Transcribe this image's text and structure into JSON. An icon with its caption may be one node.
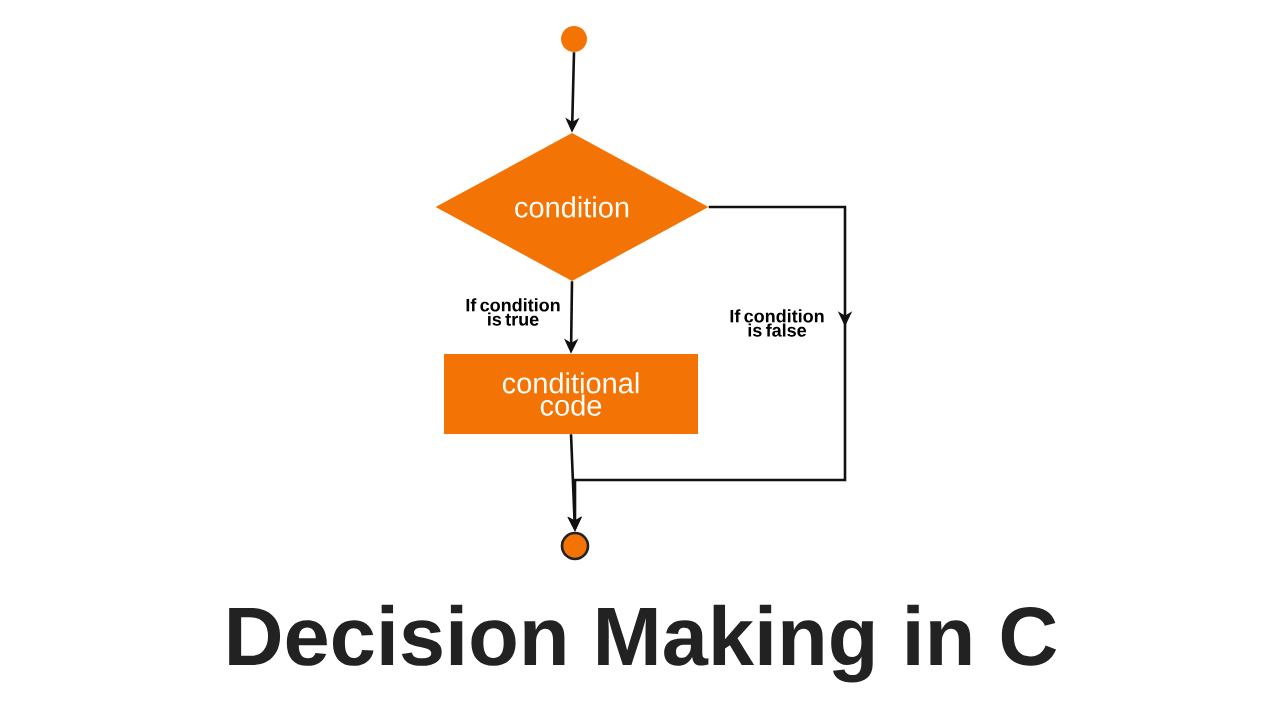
{
  "diagram": {
    "title": "Decision Making in C",
    "nodes": [
      {
        "text": [],
        "shape": "circle"
      },
      {
        "text": [
          "condition"
        ]
      },
      {
        "text": [
          "conditional code"
        ]
      },
      {
        "text": [],
        "shape": "circle"
      }
    ],
    "edges": [
      {
        "from": 0,
        "to": 1,
        "arrow": "to"
      },
      {
        "from": 1,
        "to": 2,
        "arrow": "to",
        "label": "If condition is true"
      },
      {
        "from": 1,
        "to": 3,
        "arrow": "to",
        "label": "If condition is false"
      },
      {
        "from": 2,
        "to": 3,
        "arrow": "to"
      }
    ]
  }
}
